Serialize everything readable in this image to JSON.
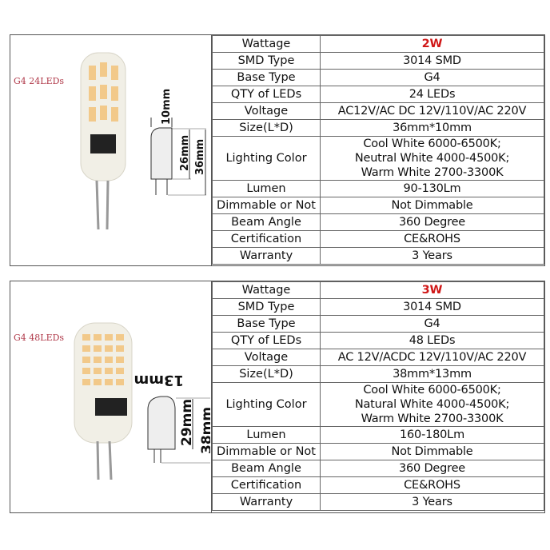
{
  "products": [
    {
      "label": "G4 24LEDs",
      "dimensions": {
        "diameter": "10mm",
        "body_length": "26mm",
        "total_length": "36mm"
      },
      "specs": [
        {
          "key": "Wattage",
          "value": "2W",
          "highlight": true
        },
        {
          "key": "SMD Type",
          "value": "3014 SMD"
        },
        {
          "key": "Base Type",
          "value": "G4"
        },
        {
          "key": "QTY of LEDs",
          "value": "24 LEDs"
        },
        {
          "key": "Voltage",
          "value": "AC12V/AC DC 12V/110V/AC 220V"
        },
        {
          "key": "Size(L*D)",
          "value": "36mm*10mm"
        },
        {
          "key": "Lighting Color",
          "lines": [
            "Cool White 6000-6500K;",
            "Neutral White 4000-4500K;",
            "Warm White 2700-3300K"
          ]
        },
        {
          "key": "Lumen",
          "value": "90-130Lm"
        },
        {
          "key": "Dimmable or Not",
          "value": "Not Dimmable"
        },
        {
          "key": "Beam Angle",
          "value": "360 Degree"
        },
        {
          "key": "Certification",
          "value": "CE&ROHS"
        },
        {
          "key": "Warranty",
          "value": "3 Years"
        }
      ]
    },
    {
      "label": "G4 48LEDs",
      "dimensions": {
        "diameter": "13mm",
        "body_length": "29mm",
        "total_length": "38mm"
      },
      "specs": [
        {
          "key": "Wattage",
          "value": "3W",
          "highlight": true
        },
        {
          "key": "SMD Type",
          "value": "3014 SMD"
        },
        {
          "key": "Base Type",
          "value": "G4"
        },
        {
          "key": "QTY of LEDs",
          "value": "48 LEDs"
        },
        {
          "key": "Voltage",
          "value": "AC 12V/ACDC 12V/110V/AC 220V"
        },
        {
          "key": "Size(L*D)",
          "value": "38mm*13mm"
        },
        {
          "key": "Lighting Color",
          "lines": [
            "Cool White 6000-6500K;",
            "Natural White 4000-4500K;",
            "Warm White 2700-3300K"
          ]
        },
        {
          "key": "Lumen",
          "value": "160-180Lm"
        },
        {
          "key": "Dimmable or Not",
          "value": "Not Dimmable"
        },
        {
          "key": "Beam Angle",
          "value": "360 Degree"
        },
        {
          "key": "Certification",
          "value": "CE&ROHS"
        },
        {
          "key": "Warranty",
          "value": "3 Years"
        }
      ]
    }
  ],
  "colors": {
    "highlight": "#d01818",
    "label": "#b03a4a",
    "border": "#555555"
  }
}
